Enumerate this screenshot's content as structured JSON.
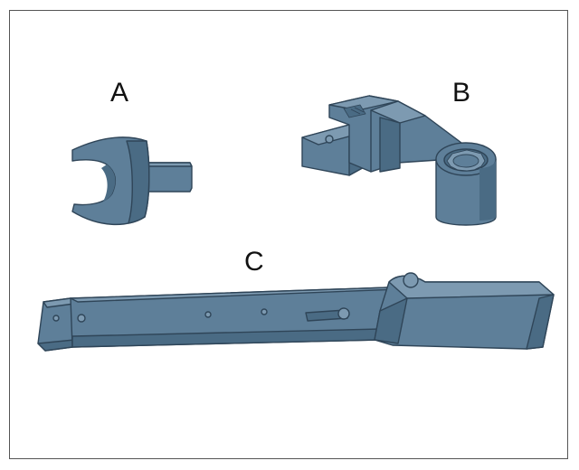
{
  "labels": {
    "a": "A",
    "b": "B",
    "c": "C"
  },
  "colors": {
    "fill": "#5e7f99",
    "stroke": "#2f4558",
    "highlight": "#7d9ab1",
    "shadow": "#4a6b84",
    "border": "#555555"
  },
  "icons": {
    "a": "open-end-wrench-head-icon",
    "b": "ring-end-wrench-head-icon",
    "c": "torque-wrench-icon"
  }
}
